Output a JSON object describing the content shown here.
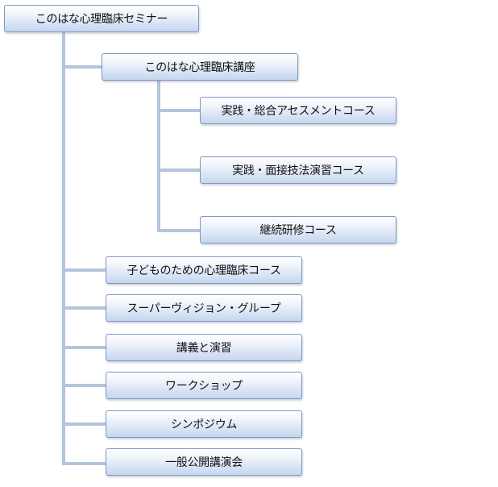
{
  "root": {
    "label": "このはな心理臨床セミナー"
  },
  "course_group": {
    "label": "このはな心理臨床講座",
    "children": [
      {
        "label": "実践・総合アセスメントコース"
      },
      {
        "label": "実践・面接技法演習コース"
      },
      {
        "label": "継続研修コース"
      }
    ]
  },
  "programs": [
    {
      "label": "子どものための心理臨床コース"
    },
    {
      "label": "スーパーヴィジョン・グループ"
    },
    {
      "label": "講義と演習"
    },
    {
      "label": "ワークショップ"
    },
    {
      "label": "シンポジウム"
    },
    {
      "label": "一般公開講演会"
    }
  ],
  "colors": {
    "connector": "#b4c4dc",
    "node_border": "#7f98c2",
    "node_fill_bottom": "#c5d6ef"
  }
}
